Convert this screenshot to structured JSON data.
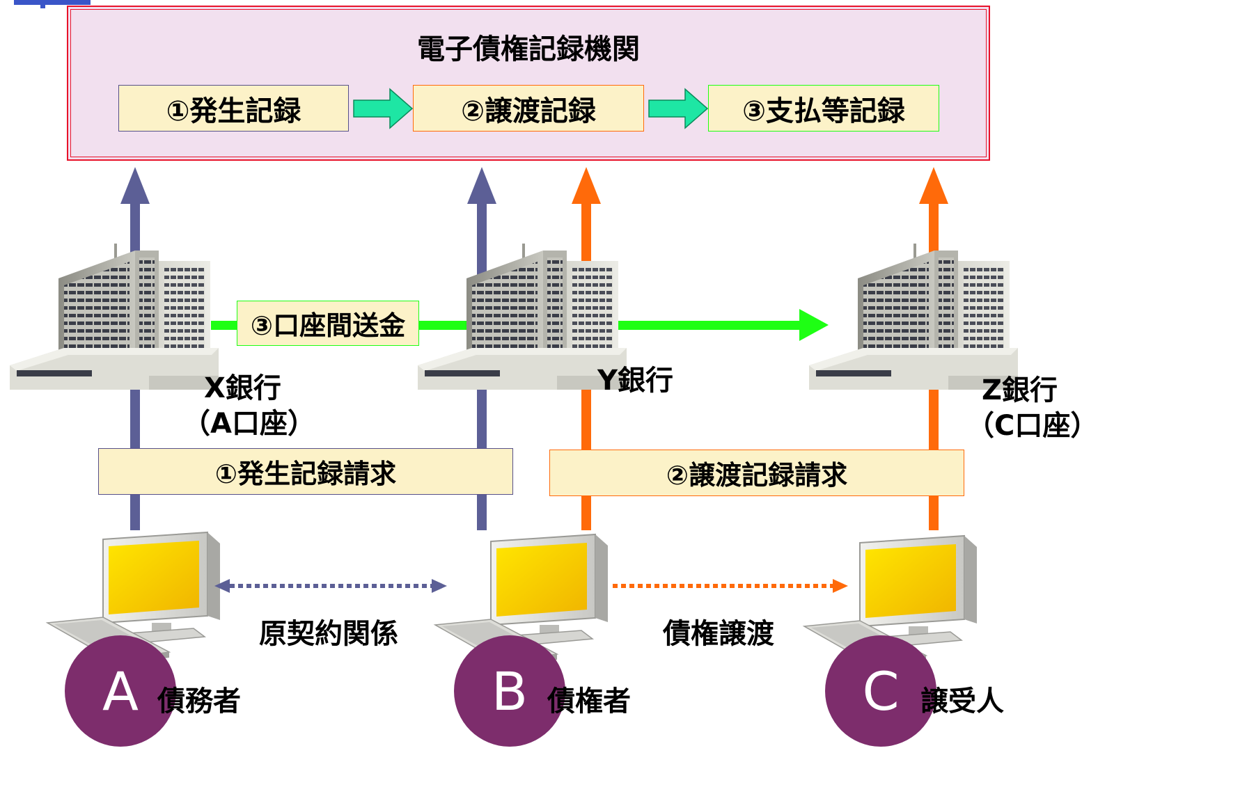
{
  "org": {
    "title": "電子債権記録機関",
    "steps": [
      "①発生記録",
      "②譲渡記録",
      "③支払等記録"
    ]
  },
  "banks": {
    "x": {
      "name": "X銀行",
      "account": "（A口座）"
    },
    "y": {
      "name": "Y銀行"
    },
    "z": {
      "name": "Z銀行",
      "account": "（C口座）"
    }
  },
  "transfer": "③口座間送金",
  "requests": {
    "issue": "①発生記録請求",
    "assign": "②譲渡記録請求"
  },
  "relations": {
    "contract": "原契約関係",
    "assignment": "債権譲渡"
  },
  "parties": [
    {
      "letter": "A",
      "role": "債務者"
    },
    {
      "letter": "B",
      "role": "債権者"
    },
    {
      "letter": "C",
      "role": "譲受人"
    }
  ],
  "colors": {
    "org_bg": "#f2e0ef",
    "org_border": "#e8122a",
    "step_bg": "#fcf2c8",
    "blue_arrow": "#5c5f96",
    "orange_arrow": "#ff6a0a",
    "green_arrow": "#1eff14",
    "teal_arrow": "#1ee6a4",
    "party_circle": "#7d2d6c"
  }
}
